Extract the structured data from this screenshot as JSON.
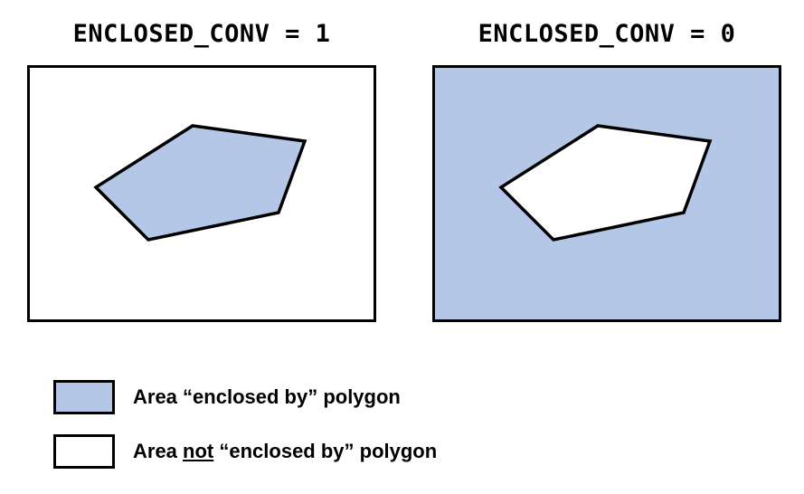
{
  "panels": [
    {
      "title": "ENCLOSED_CONV = 1",
      "background_color": "#ffffff",
      "polygon_fill": "#b4c7e7"
    },
    {
      "title": "ENCLOSED_CONV = 0",
      "background_color": "#b4c7e7",
      "polygon_fill": "#ffffff"
    }
  ],
  "legend": {
    "items": [
      {
        "swatch_color": "#b4c7e7",
        "label_before": "Area",
        "label_underlined": "",
        "label_after": "“enclosed by” polygon"
      },
      {
        "swatch_color": "#ffffff",
        "label_before": "Area",
        "label_underlined": "not",
        "label_after": "“enclosed by” polygon"
      }
    ]
  },
  "colors": {
    "enclosed": "#b4c7e7",
    "not_enclosed": "#ffffff",
    "outline": "#000000"
  }
}
